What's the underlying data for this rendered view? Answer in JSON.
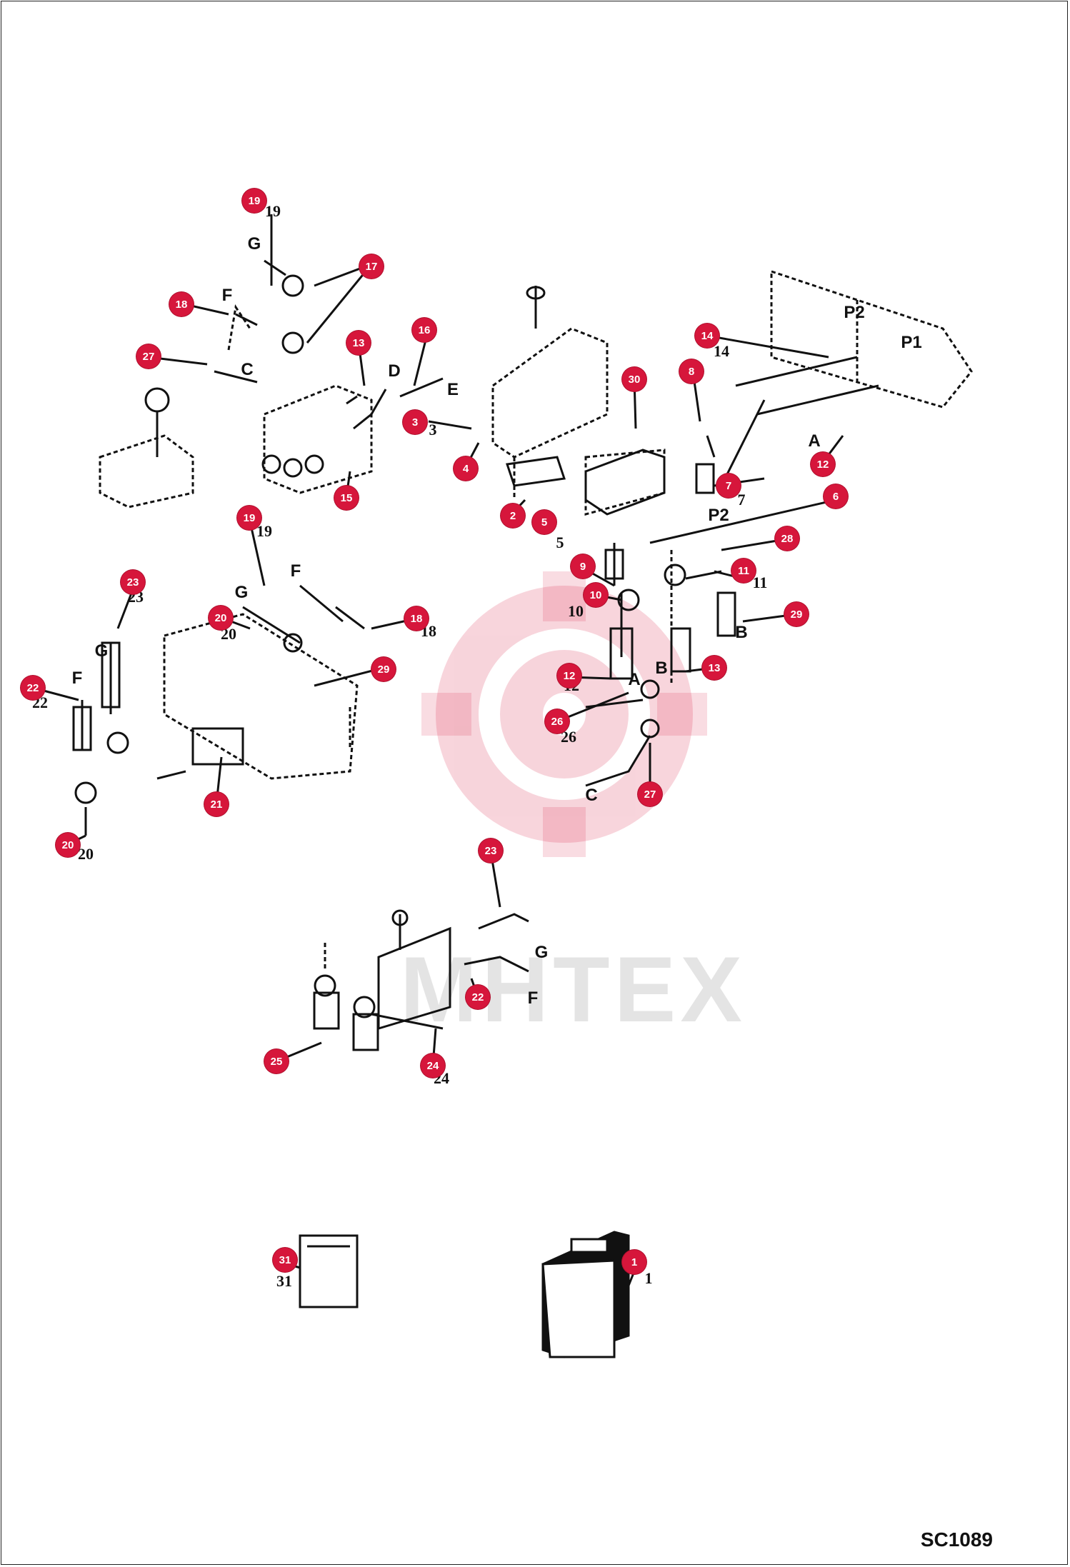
{
  "diagram_code": "SC1089",
  "watermark_text": "MHTEX",
  "accent_color": "#d6163b",
  "callouts": [
    {
      "id": "19a",
      "label": "19"
    },
    {
      "id": "17",
      "label": "17"
    },
    {
      "id": "18a",
      "label": "18"
    },
    {
      "id": "27a",
      "label": "27"
    },
    {
      "id": "13a",
      "label": "13"
    },
    {
      "id": "16",
      "label": "16"
    },
    {
      "id": "3",
      "label": "3"
    },
    {
      "id": "15",
      "label": "15"
    },
    {
      "id": "4",
      "label": "4"
    },
    {
      "id": "30",
      "label": "30"
    },
    {
      "id": "14",
      "label": "14"
    },
    {
      "id": "8",
      "label": "8"
    },
    {
      "id": "7",
      "label": "7"
    },
    {
      "id": "12a",
      "label": "12"
    },
    {
      "id": "6",
      "label": "6"
    },
    {
      "id": "2",
      "label": "2"
    },
    {
      "id": "5",
      "label": "5"
    },
    {
      "id": "28",
      "label": "28"
    },
    {
      "id": "9",
      "label": "9"
    },
    {
      "id": "11",
      "label": "11"
    },
    {
      "id": "10",
      "label": "10"
    },
    {
      "id": "29a",
      "label": "29"
    },
    {
      "id": "12b",
      "label": "12"
    },
    {
      "id": "13b",
      "label": "13"
    },
    {
      "id": "26",
      "label": "26"
    },
    {
      "id": "27b",
      "label": "27"
    },
    {
      "id": "19b",
      "label": "19"
    },
    {
      "id": "23a",
      "label": "23"
    },
    {
      "id": "20a",
      "label": "20"
    },
    {
      "id": "18b",
      "label": "18"
    },
    {
      "id": "29b",
      "label": "29"
    },
    {
      "id": "22a",
      "label": "22"
    },
    {
      "id": "21",
      "label": "21"
    },
    {
      "id": "20b",
      "label": "20"
    },
    {
      "id": "23b",
      "label": "23"
    },
    {
      "id": "22b",
      "label": "22"
    },
    {
      "id": "25",
      "label": "25"
    },
    {
      "id": "24",
      "label": "24"
    },
    {
      "id": "31",
      "label": "31"
    },
    {
      "id": "1",
      "label": "1"
    }
  ],
  "port_letters": [
    {
      "id": "G1",
      "text": "G"
    },
    {
      "id": "F1",
      "text": "F"
    },
    {
      "id": "C1",
      "text": "C"
    },
    {
      "id": "D",
      "text": "D"
    },
    {
      "id": "E",
      "text": "E"
    },
    {
      "id": "P2a",
      "text": "P2"
    },
    {
      "id": "P1",
      "text": "P1"
    },
    {
      "id": "A1",
      "text": "A"
    },
    {
      "id": "P2b",
      "text": "P2"
    },
    {
      "id": "B1",
      "text": "B"
    },
    {
      "id": "A2",
      "text": "A"
    },
    {
      "id": "B2",
      "text": "B"
    },
    {
      "id": "C2",
      "text": "C"
    },
    {
      "id": "F2",
      "text": "F"
    },
    {
      "id": "G2",
      "text": "G"
    },
    {
      "id": "G3",
      "text": "G"
    },
    {
      "id": "F3",
      "text": "F"
    },
    {
      "id": "G4",
      "text": "G"
    },
    {
      "id": "F4",
      "text": "F"
    }
  ],
  "printed_numbers": [
    {
      "id": "n19a",
      "text": "19"
    },
    {
      "id": "n14",
      "text": "14"
    },
    {
      "id": "n3",
      "text": "3"
    },
    {
      "id": "n7",
      "text": "7"
    },
    {
      "id": "n5",
      "text": "5"
    },
    {
      "id": "n10",
      "text": "10"
    },
    {
      "id": "n11",
      "text": "11"
    },
    {
      "id": "n12",
      "text": "12"
    },
    {
      "id": "n26",
      "text": "26"
    },
    {
      "id": "n19b",
      "text": "19"
    },
    {
      "id": "n23",
      "text": "23"
    },
    {
      "id": "n20",
      "text": "20"
    },
    {
      "id": "n18",
      "text": "18"
    },
    {
      "id": "n20b",
      "text": "20"
    },
    {
      "id": "n22",
      "text": "22"
    },
    {
      "id": "n31",
      "text": "31"
    },
    {
      "id": "n1",
      "text": "1"
    },
    {
      "id": "n24",
      "text": "24"
    }
  ]
}
